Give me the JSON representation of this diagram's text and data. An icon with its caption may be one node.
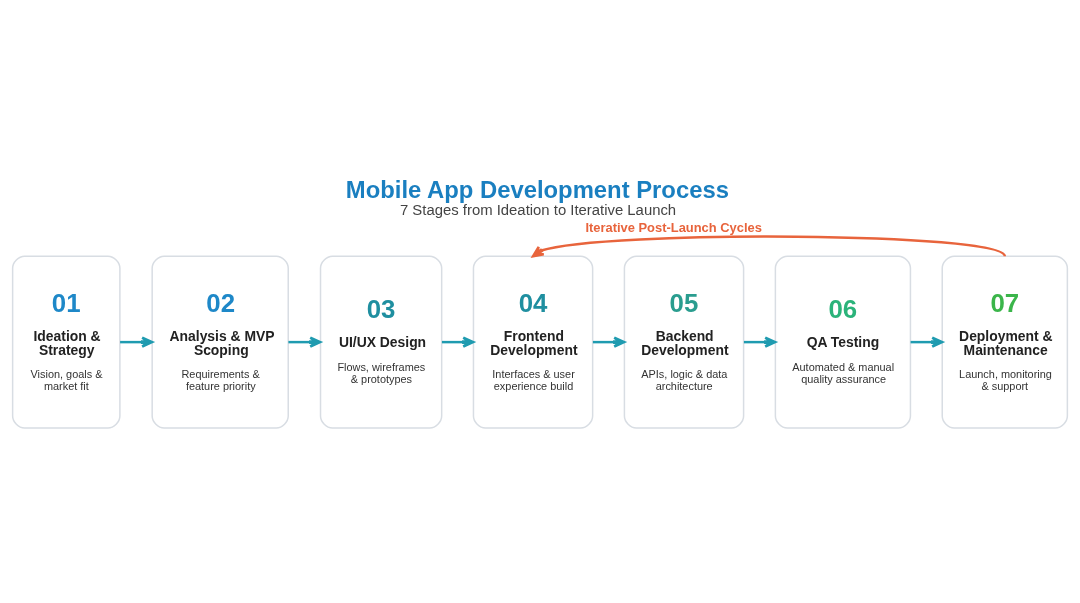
{
  "diagram": {
    "title": "Mobile App Development Process",
    "caption": "7 Stages from Ideation to Iterative Launch",
    "nodes": [
      {
        "text": [
          "01",
          "Ideation & Strategy",
          "Vision, goals & market fit"
        ]
      },
      {
        "text": [
          "02",
          "Analysis & MVP Scoping",
          "Requirements & feature priority"
        ]
      },
      {
        "text": [
          "03",
          "UI/UX Design",
          "Flows, wireframes & prototypes"
        ]
      },
      {
        "text": [
          "04",
          "Frontend Development",
          "Interfaces & user experience build"
        ]
      },
      {
        "text": [
          "05",
          "Backend Development",
          "APIs, logic & data architecture"
        ]
      },
      {
        "text": [
          "06",
          "QA Testing",
          "Automated & manual quality assurance"
        ]
      },
      {
        "text": [
          "07",
          "Deployment & Maintenance",
          "Launch, monitoring & support"
        ]
      }
    ],
    "edges": [
      {
        "from": 0,
        "to": 1,
        "arrow": "to"
      },
      {
        "from": 1,
        "to": 2,
        "arrow": "to"
      },
      {
        "from": 2,
        "to": 3,
        "arrow": "to"
      },
      {
        "from": 3,
        "to": 4,
        "arrow": "to"
      },
      {
        "from": 4,
        "to": 5,
        "arrow": "to"
      },
      {
        "from": 5,
        "to": 6,
        "arrow": "to"
      },
      {
        "from": 6,
        "to": 3,
        "arrow": "to",
        "label": "Iterative Post-Launch Cycles",
        "color": "#e8643c"
      }
    ]
  }
}
